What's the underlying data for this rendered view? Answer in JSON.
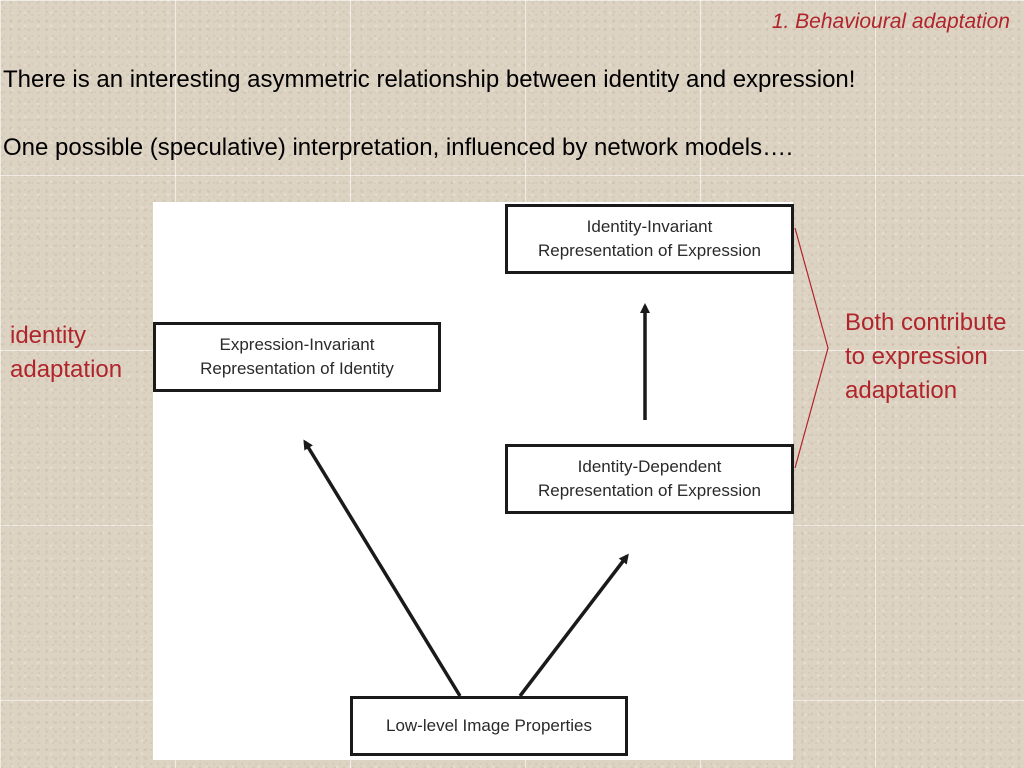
{
  "slide": {
    "section_label": "1. Behavioural adaptation",
    "line1": "There is an interesting asymmetric relationship between identity and expression!",
    "line2": "One possible (speculative) interpretation, influenced by network models….",
    "left_note": "identity adaptation",
    "right_note": "Both contribute to expression adaptation"
  },
  "diagram": {
    "boxes": {
      "expression_invariant": "Expression-Invariant\nRepresentation of Identity",
      "identity_invariant": "Identity-Invariant\nRepresentation of Expression",
      "identity_dependent": "Identity-Dependent\nRepresentation of Expression",
      "low_level": "Low-level Image Properties"
    }
  },
  "colors": {
    "accent_red": "#b0242b",
    "background": "#ddd3c3",
    "box_border": "#1a1a1a"
  }
}
